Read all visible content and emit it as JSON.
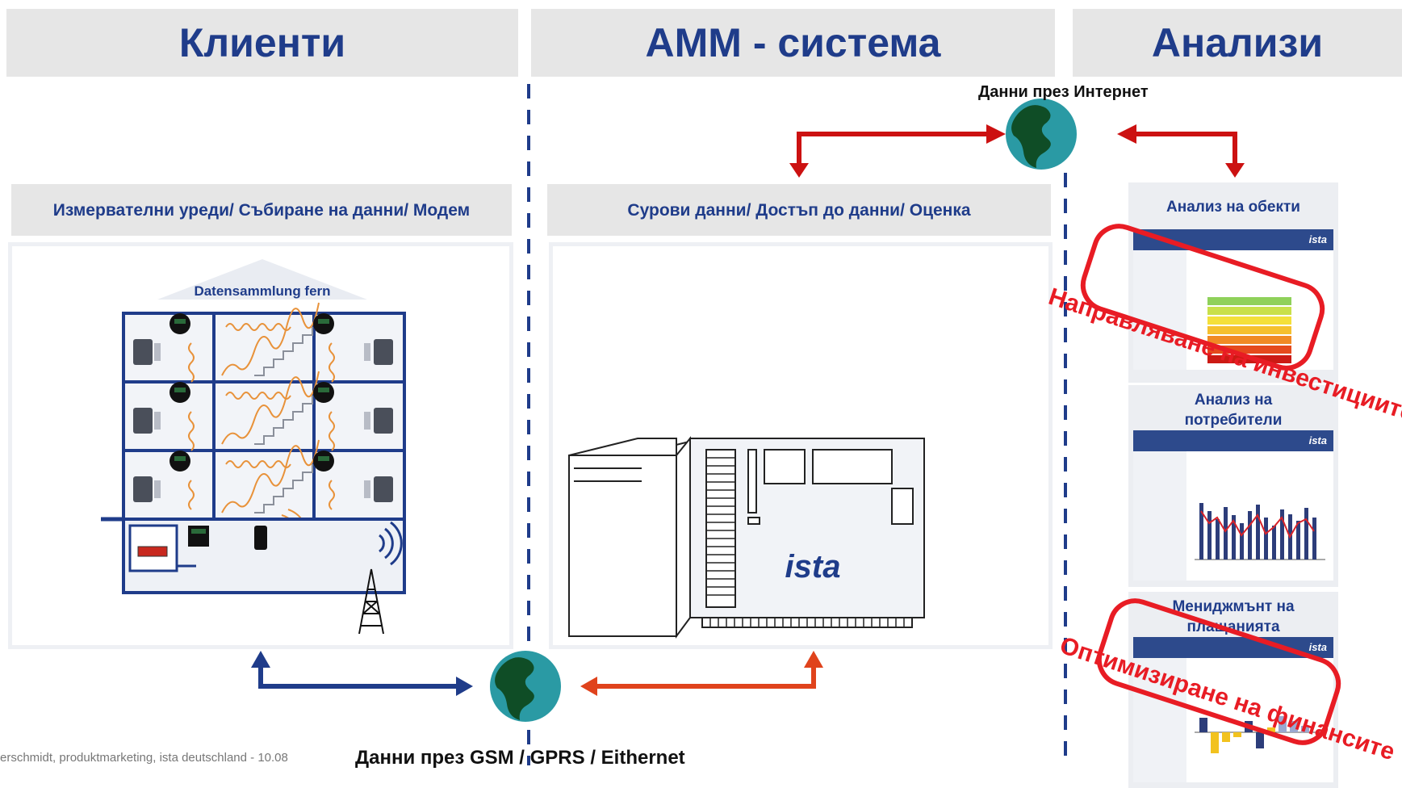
{
  "columns": {
    "clients": "Клиенти",
    "amm": "АММ - система",
    "analysis": "Анализи"
  },
  "subheaders": {
    "clients": "Измервателни уреди/ Събиране на данни/ Модем",
    "amm": "Сурови данни/ Достъп до данни/ Оценка"
  },
  "building_label": "Datensammlung fern",
  "server_brand": "ista",
  "internet_label": "Данни през Интернет",
  "gsm_label": "Данни през GSM / GPRS / Eithernet",
  "footer": "erschmidt, produktmarketing, ista deutschland - 10.08",
  "cards": {
    "objects": "Анализ на обекти",
    "consumers": "Анализ на потребители",
    "payments": "Мениджмънт на плащанията"
  },
  "card_brand": "ista",
  "stamps": {
    "investments": "Направляване на инвестициите",
    "finance": "Оптимизиране на финансите"
  },
  "colors": {
    "header_bg": "#e6e6e6",
    "title_blue": "#1f3c8a",
    "arrow_red": "#cc1111",
    "arrow_orange": "#e0431c",
    "arrow_navy": "#1f3c8a",
    "stamp_red": "#e81c24"
  }
}
